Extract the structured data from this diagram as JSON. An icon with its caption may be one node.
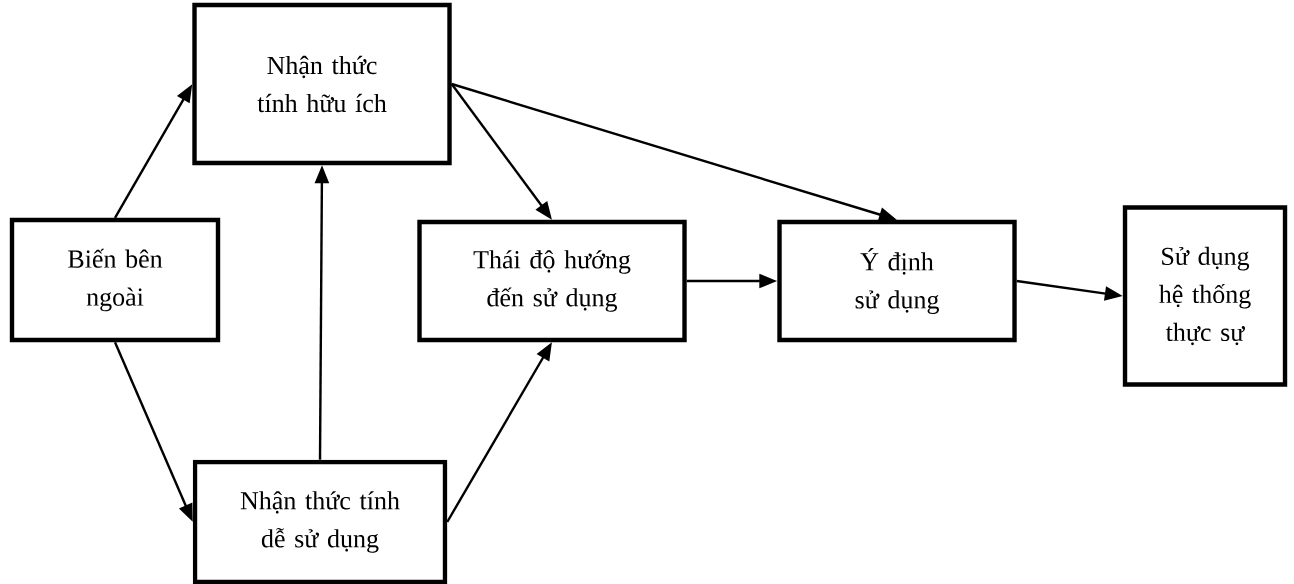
{
  "diagram": {
    "nodes": [
      {
        "text": [
          "Biến bên ngoài"
        ]
      },
      {
        "text": [
          "Nhận thức tính hữu ích"
        ]
      },
      {
        "text": [
          "Nhận thức tính dễ sử dụng"
        ]
      },
      {
        "text": [
          "Thái độ hướng đến sử dụng"
        ]
      },
      {
        "text": [
          "Ý định sử dụng"
        ]
      },
      {
        "text": [
          "Sử dụng hệ thống thực sự"
        ]
      }
    ],
    "edges": [
      {
        "from": 0,
        "to": 1,
        "arrow": "to"
      },
      {
        "from": 0,
        "to": 2,
        "arrow": "to"
      },
      {
        "from": 2,
        "to": 1,
        "arrow": "to"
      },
      {
        "from": 1,
        "to": 3,
        "arrow": "to"
      },
      {
        "from": 2,
        "to": 3,
        "arrow": "to"
      },
      {
        "from": 1,
        "to": 4,
        "arrow": "to"
      },
      {
        "from": 3,
        "to": 4,
        "arrow": "to"
      },
      {
        "from": 4,
        "to": 5,
        "arrow": "to"
      }
    ]
  }
}
